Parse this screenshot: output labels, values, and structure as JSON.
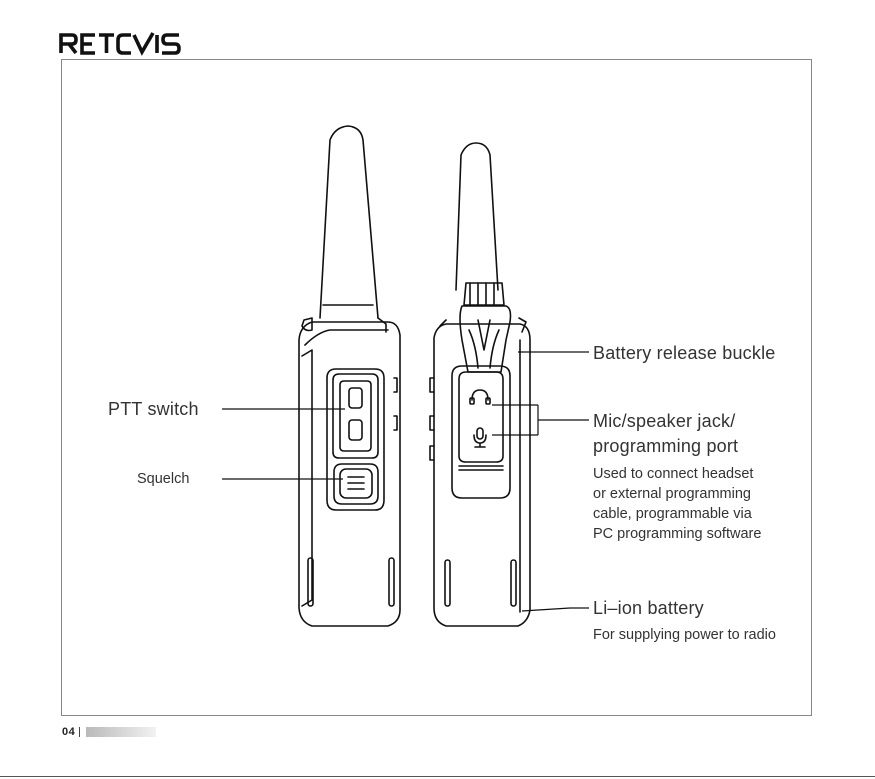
{
  "brand": {
    "name": "RETEVIS"
  },
  "labels": {
    "ptt": "PTT switch",
    "squelch": "Squelch",
    "battery_release": "Battery release buckle",
    "jack_line1": "Mic/speaker jack/",
    "jack_line2": "programming port",
    "jack_desc": [
      "Used to connect headset",
      "or external programming",
      "cable, programmable via",
      "PC programming software"
    ],
    "battery": "Li–ion battery",
    "battery_desc": "For supplying power to radio"
  },
  "footer": {
    "page_number": "04"
  },
  "colors": {
    "frame": "#3aa6b0",
    "outline": "#111111",
    "text": "#333333"
  }
}
